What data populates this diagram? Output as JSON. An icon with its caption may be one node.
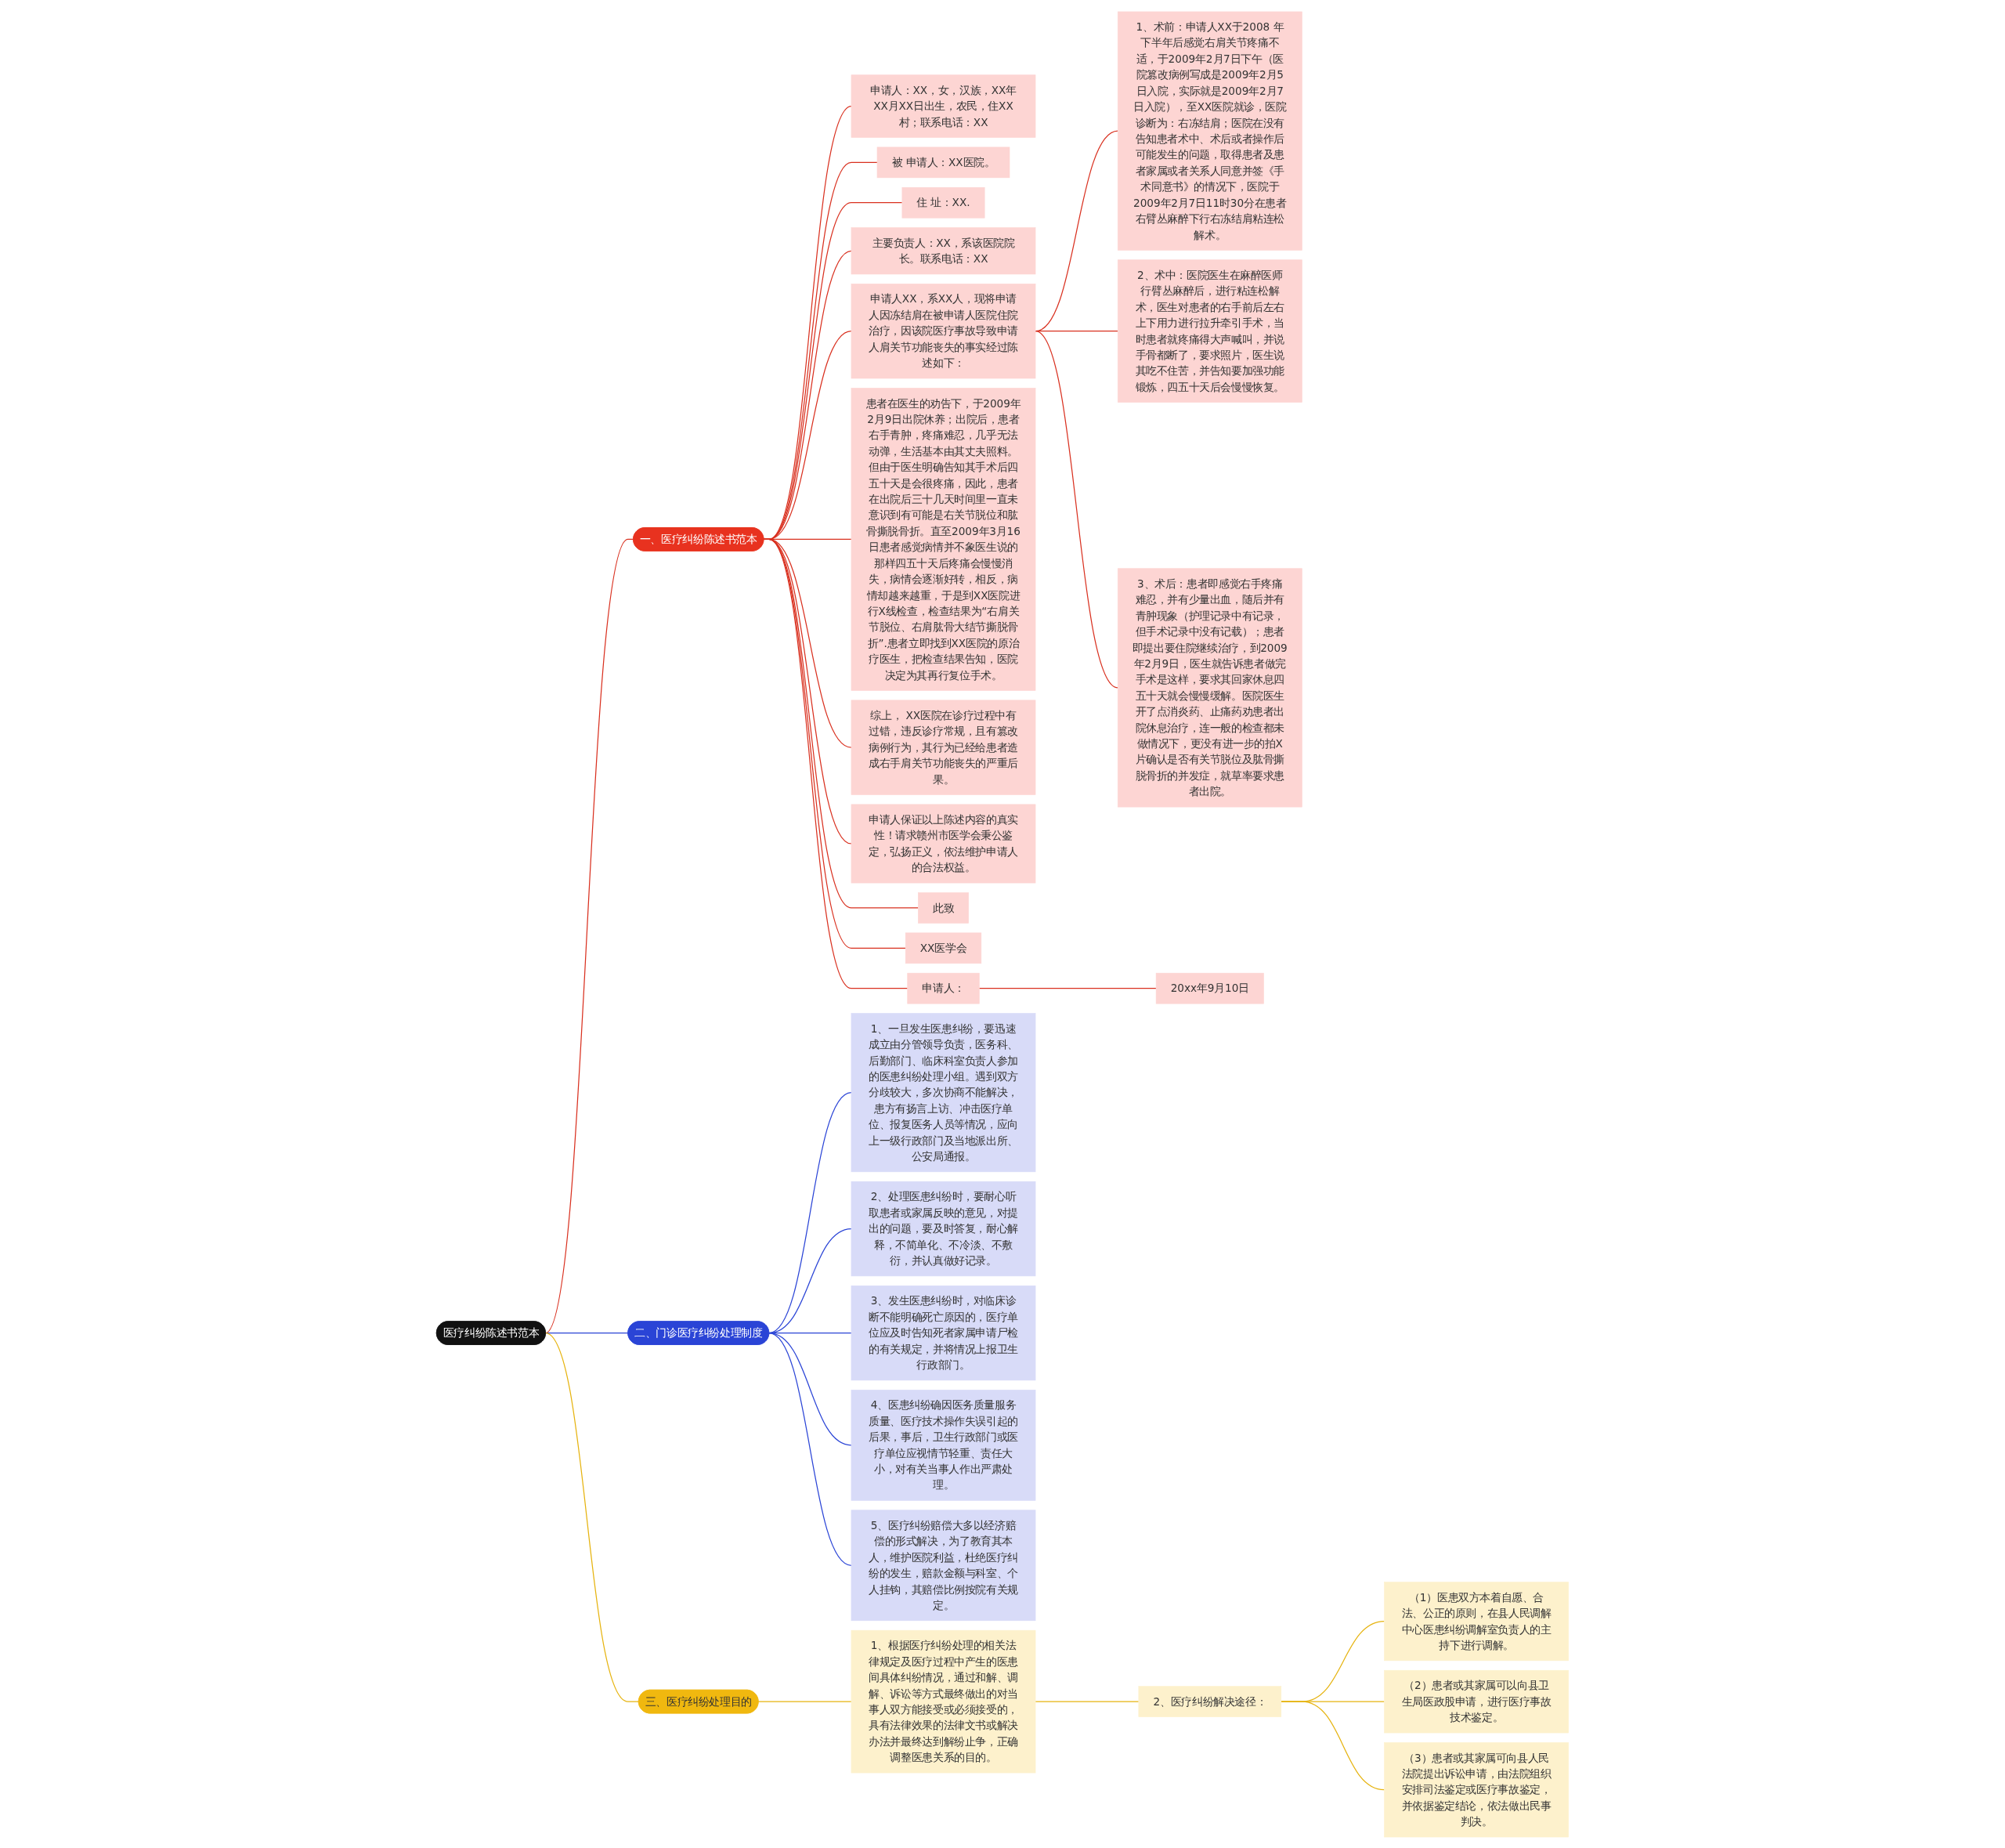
{
  "diagram": {
    "nodes": [
      {
        "text": [
          "医疗纠纷陈述书范本"
        ]
      },
      {
        "text": [
          "一、医疗纠纷陈述书范本"
        ]
      },
      {
        "text": [
          "申请人：XX，女，汉族，XX年XX月XX日出生，农民，住XX村；联系电话：XX"
        ]
      },
      {
        "text": [
          "被 申请人：XX医院。"
        ]
      },
      {
        "text": [
          "住 址：XX."
        ]
      },
      {
        "text": [
          "主要负责人：XX，系该医院院长。联系电话：XX"
        ]
      },
      {
        "text": [
          "申请人XX，系XX人，现将申请人因冻结肩在被申请人医院住院治疗，因该院医疗事故导致申请人肩关节功能丧失的事实经过陈述如下："
        ]
      },
      {
        "text": [
          "1、术前：申请人XX于2008 年下半年后感觉右肩关节疼痛不适，于2009年2月7日下午（医院篡改病例写成是2009年2月5日入院，实际就是2009年2月7日入院），至XX医院就诊，医院诊断为：右冻结肩；医院在没有告知患者术中、术后或者操作后可能发生的问题，取得患者及患者家属或者关系人同意并签《手术同意书》的情况下，医院于2009年2月7日11时30分在患者右臂丛麻醉下行右冻结肩粘连松解术。"
        ]
      },
      {
        "text": [
          "2、术中：医院医生在麻醉医师行臂丛麻醉后，进行粘连松解术，医生对患者的右手前后左右上下用力进行拉升牵引手术，当时患者就疼痛得大声喊叫，并说手骨都断了，要求照片，医生说其吃不住苦，并告知要加强功能锻炼，四五十天后会慢慢恢复。"
        ]
      },
      {
        "text": [
          "3、术后：患者即感觉右手疼痛难忍，并有少量出血，随后并有青肿现象（护理记录中有记录，但手术记录中没有记载）；患者即提出要住院继续治疗，到2009年2月9日，医生就告诉患者做完手术是这样，要求其回家休息四五十天就会慢慢缓解。医院医生开了点消炎药、止痛药劝患者出院休息治疗，连一般的检查都未做情况下，更没有进一步的拍X片确认是否有关节脱位及肱骨撕脱骨折的并发症，就草率要求患者出院。"
        ]
      },
      {
        "text": [
          "患者在医生的劝告下，于2009年2月9日出院休养；出院后，患者右手青肿，疼痛难忍，几乎无法动弹，生活基本由其丈夫照料。但由于医生明确告知其手术后四五十天是会很疼痛，因此，患者在出院后三十几天时间里一直未意识到有可能是右关节脱位和肱骨撕脱骨折。直至2009年3月16日患者感觉病情并不象医生说的那样四五十天后疼痛会慢慢消失，病情会逐渐好转，相反，病情却越来越重，于是到XX医院进行X线检查，检查结果为“右肩关节脱位、右肩肱骨大结节撕脱骨折”.患者立即找到XX医院的原治疗医生，把检查结果告知，医院决定为其再行复位手术。"
        ]
      },
      {
        "text": [
          "综上， XX医院在诊疗过程中有过错，违反诊疗常规，且有篡改病例行为，其行为已经给患者造成右手肩关节功能丧失的严重后果。"
        ]
      },
      {
        "text": [
          "申请人保证以上陈述内容的真实性！请求赣州市医学会秉公鉴定，弘扬正义，依法维护申请人的合法权益。"
        ]
      },
      {
        "text": [
          "此致"
        ]
      },
      {
        "text": [
          "XX医学会"
        ]
      },
      {
        "text": [
          "申请人："
        ]
      },
      {
        "text": [
          "20xx年9月10日"
        ]
      },
      {
        "text": [
          "二、门诊医疗纠纷处理制度"
        ]
      },
      {
        "text": [
          "1、一旦发生医患纠纷，要迅速成立由分管领导负责，医务科、后勤部门、临床科室负责人参加的医患纠纷处理小组。遇到双方分歧较大，多次协商不能解决，患方有扬言上访、冲击医疗单位、报复医务人员等情况，应向上一级行政部门及当地派出所、公安局通报。"
        ]
      },
      {
        "text": [
          "2、处理医患纠纷时，要耐心听取患者或家属反映的意见，对提出的问题，要及时答复，耐心解释，不简单化、不冷淡、不敷衍，并认真做好记录。"
        ]
      },
      {
        "text": [
          "3、发生医患纠纷时，对临床诊断不能明确死亡原因的，医疗单位应及时告知死者家属申请尸检的有关规定，并将情况上报卫生行政部门。"
        ]
      },
      {
        "text": [
          "4、医患纠纷确因医务质量服务质量、医疗技术操作失误引起的后果，事后，卫生行政部门或医疗单位应视情节轻重、责任大小，对有关当事人作出严肃处理。"
        ]
      },
      {
        "text": [
          "5、医疗纠纷赔偿大多以经济赔偿的形式解决，为了教育其本人，维护医院利益，杜绝医疗纠纷的发生，赔款金额与科室、个人挂钩，其赔偿比例按院有关规定。"
        ]
      },
      {
        "text": [
          "三、医疗纠纷处理目的"
        ]
      },
      {
        "text": [
          "1、根据医疗纠纷处理的相关法律规定及医疗过程中产生的医患间具体纠纷情况，通过和解、调解、诉讼等方式最终做出的对当事人双方能接受或必须接受的，具有法律效果的法律文书或解决办法并最终达到解纷止争，正确调整医患关系的目的。"
        ]
      },
      {
        "text": [
          "2、医疗纠纷解决途径："
        ]
      },
      {
        "text": [
          "（1）医患双方本着自愿、合法、公正的原则，在县人民调解中心医患纠纷调解室负责人的主持下进行调解。"
        ]
      },
      {
        "text": [
          "（2）患者或其家属可以向县卫生局医政股申请，进行医疗事故技术鉴定。"
        ]
      },
      {
        "text": [
          "（3）患者或其家属可向县人民法院提出诉讼申请，由法院组织安排司法鉴定或医疗事故鉴定，并依据鉴定结论，依法做出民事判决。"
        ]
      }
    ],
    "edges": [
      {
        "from": 0,
        "to": 1,
        "arrow": "none"
      },
      {
        "from": 1,
        "to": 2,
        "arrow": "none"
      },
      {
        "from": 1,
        "to": 3,
        "arrow": "none"
      },
      {
        "from": 1,
        "to": 4,
        "arrow": "none"
      },
      {
        "from": 1,
        "to": 5,
        "arrow": "none"
      },
      {
        "from": 1,
        "to": 6,
        "arrow": "none"
      },
      {
        "from": 6,
        "to": 7,
        "arrow": "none"
      },
      {
        "from": 6,
        "to": 8,
        "arrow": "none"
      },
      {
        "from": 6,
        "to": 9,
        "arrow": "none"
      },
      {
        "from": 1,
        "to": 10,
        "arrow": "none"
      },
      {
        "from": 1,
        "to": 11,
        "arrow": "none"
      },
      {
        "from": 1,
        "to": 12,
        "arrow": "none"
      },
      {
        "from": 1,
        "to": 13,
        "arrow": "none"
      },
      {
        "from": 1,
        "to": 14,
        "arrow": "none"
      },
      {
        "from": 1,
        "to": 15,
        "arrow": "none"
      },
      {
        "from": 15,
        "to": 16,
        "arrow": "none"
      },
      {
        "from": 0,
        "to": 17,
        "arrow": "none",
        "color": "#2a44d6"
      },
      {
        "from": 17,
        "to": 18,
        "arrow": "none",
        "color": "#2a44d6"
      },
      {
        "from": 17,
        "to": 19,
        "arrow": "none",
        "color": "#2a44d6"
      },
      {
        "from": 17,
        "to": 20,
        "arrow": "none",
        "color": "#2a44d6"
      },
      {
        "from": 17,
        "to": 21,
        "arrow": "none",
        "color": "#2a44d6"
      },
      {
        "from": 17,
        "to": 22,
        "arrow": "none",
        "color": "#2a44d6"
      },
      {
        "from": 0,
        "to": 23,
        "arrow": "none",
        "color": "#e6b30e"
      },
      {
        "from": 23,
        "to": 24,
        "arrow": "none",
        "color": "#e6b30e"
      },
      {
        "from": 24,
        "to": 25,
        "arrow": "none",
        "color": "#e6b30e"
      },
      {
        "from": 25,
        "to": 26,
        "arrow": "none",
        "color": "#e6b30e"
      },
      {
        "from": 25,
        "to": 27,
        "arrow": "none",
        "color": "#e6b30e"
      },
      {
        "from": 25,
        "to": 28,
        "arrow": "none",
        "color": "#e6b30e"
      }
    ]
  }
}
